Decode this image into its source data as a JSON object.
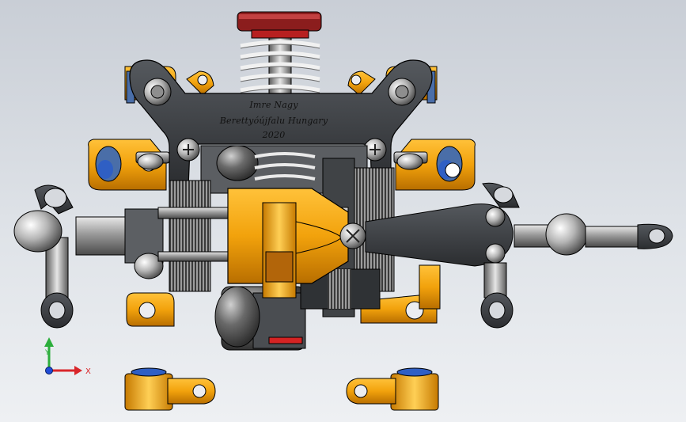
{
  "model": {
    "engraving": {
      "line1": "Imre Nagy",
      "line2": "Berettyóújfalu Hungary",
      "line3": "2020"
    }
  },
  "triad": {
    "x_label": "X",
    "y_label": "Y",
    "x_color": "#d9262a",
    "y_color": "#2cae3c",
    "z_color": "#1f4bd6"
  },
  "colors": {
    "background_top": "#c9ced6",
    "part_orange": "#f2a20c",
    "part_dark": "#3c3f43",
    "part_bluegrey": "#4a6ea8"
  }
}
